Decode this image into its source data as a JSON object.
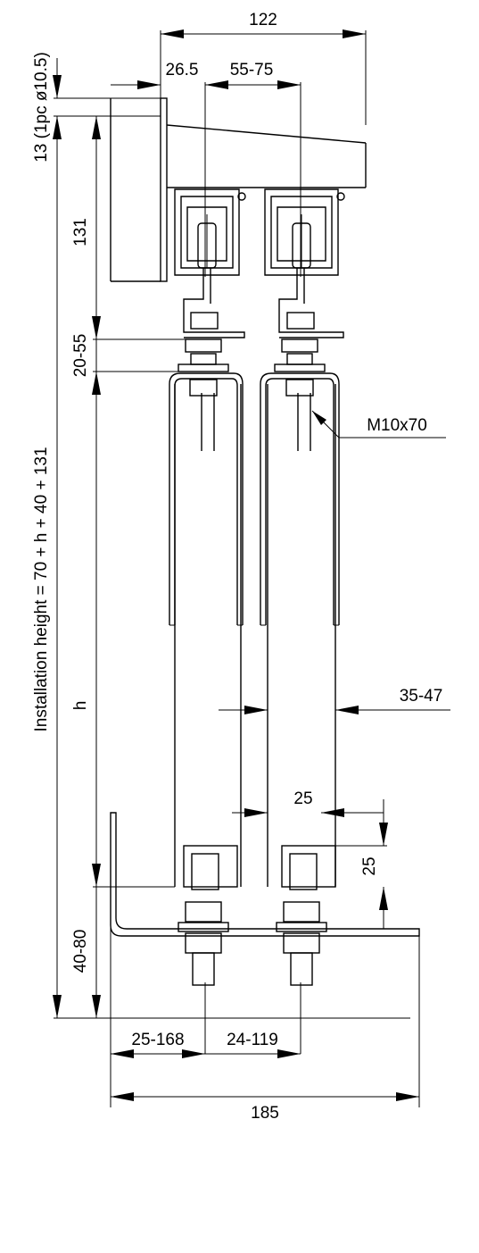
{
  "dimensions": {
    "width_total": "122",
    "offset_left": "26.5",
    "wheel_spacing": "55-75",
    "hole_note": "13 (1pc ø10.5)",
    "top_height": "131",
    "adjust": "20-55",
    "installation_height": "Installation height = 70 + h + 40 + 131",
    "h": "h",
    "bottom_adjust": "40-80",
    "door_thickness": "35-47",
    "bracket_width": "25",
    "bracket_height": "25",
    "bolt": "M10x70",
    "base_left": "25-168",
    "base_mid": "24-119",
    "base_total": "185"
  }
}
